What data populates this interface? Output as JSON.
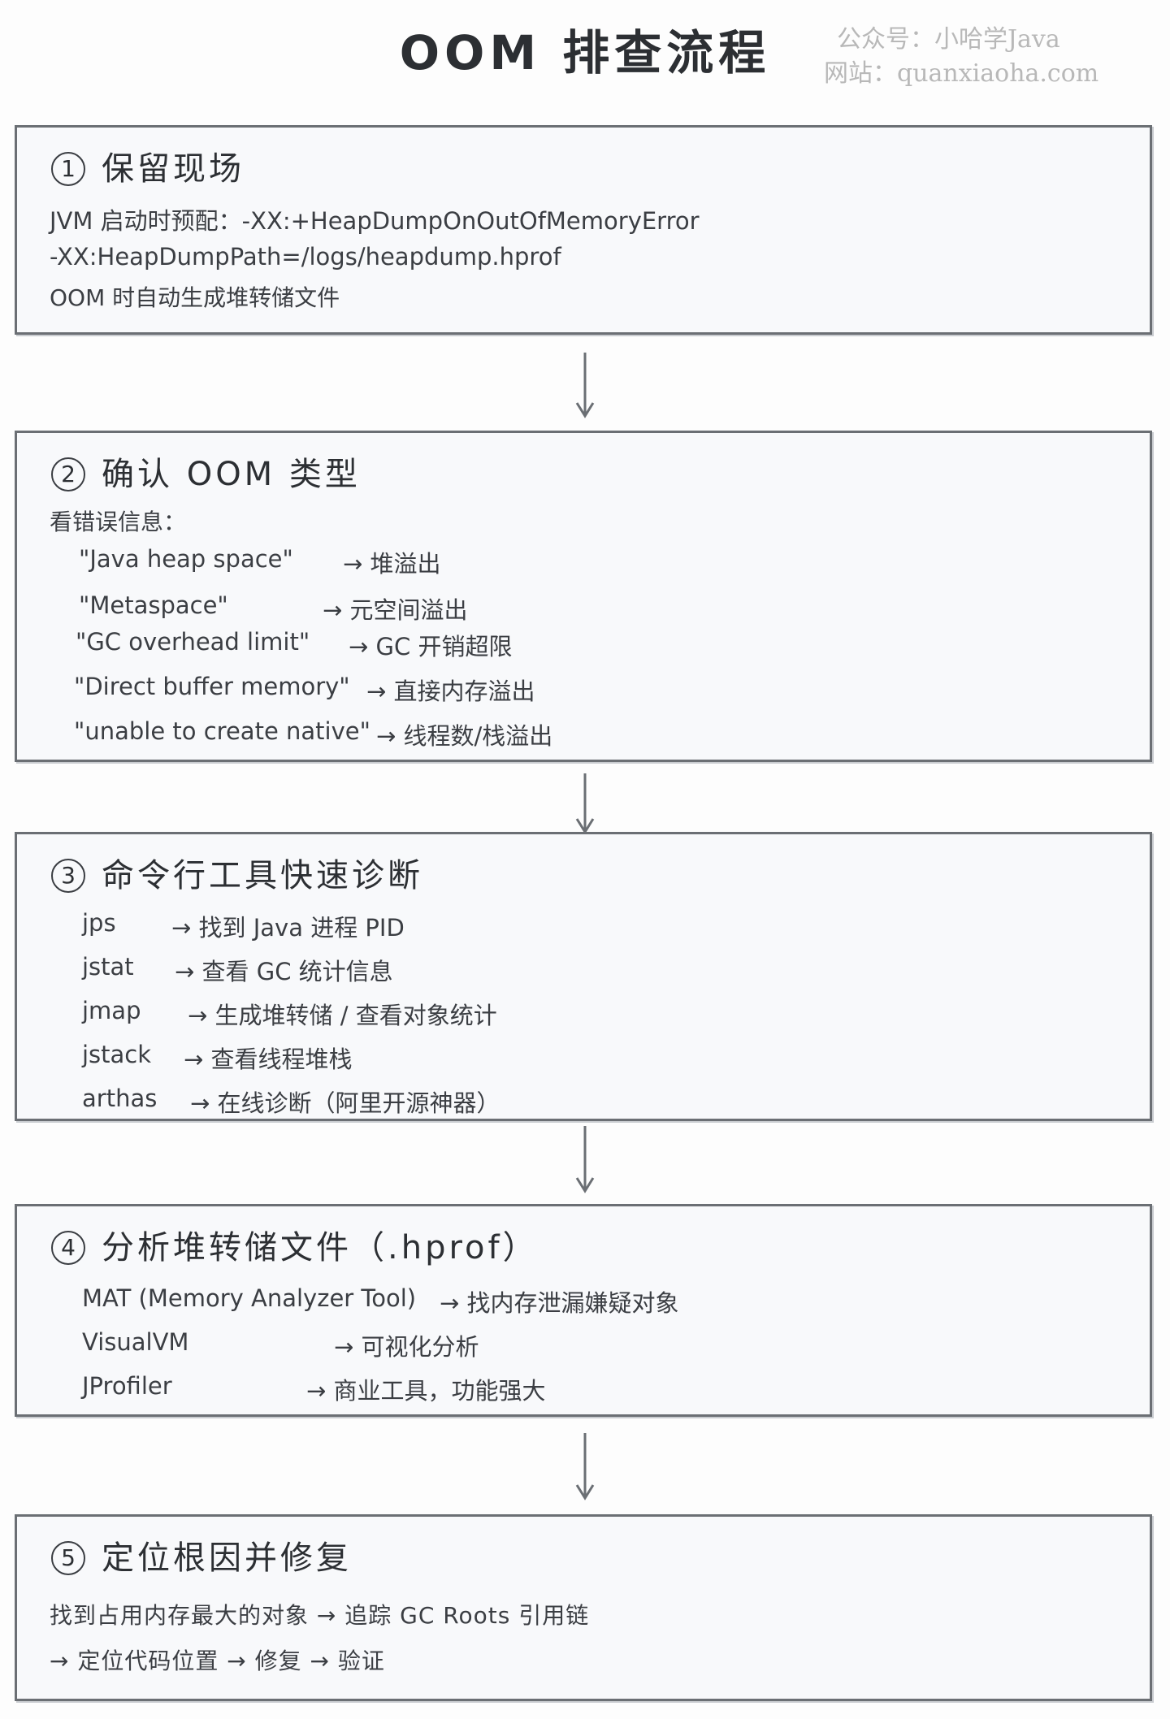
{
  "header": {
    "title": "OOM 排查流程",
    "watermark_line1": "公众号：小哈学Java",
    "watermark_line2": "网站：quanxiaoha.com"
  },
  "steps": [
    {
      "number": "1",
      "title": "保留现场",
      "lines": [
        "JVM 启动时预配：-XX:+HeapDumpOnOutOfMemoryError",
        "-XX:HeapDumpPath=/logs/heapdump.hprof",
        "OOM 时自动生成堆转储文件"
      ]
    },
    {
      "number": "2",
      "title": "确认 OOM 类型",
      "intro": "看错误信息：",
      "items": [
        {
          "key": "\"Java heap space\"",
          "desc": "→ 堆溢出"
        },
        {
          "key": "\"Metaspace\"",
          "desc": "→ 元空间溢出"
        },
        {
          "key": "\"GC overhead limit\"",
          "desc": "→ GC 开销超限"
        },
        {
          "key": "\"Direct buffer memory\"",
          "desc": "→ 直接内存溢出"
        },
        {
          "key": "\"unable to create native\"",
          "desc": "→ 线程数/栈溢出"
        }
      ]
    },
    {
      "number": "3",
      "title": "命令行工具快速诊断",
      "items": [
        {
          "key": "jps",
          "desc": "→ 找到 Java 进程 PID"
        },
        {
          "key": "jstat",
          "desc": "→ 查看 GC 统计信息"
        },
        {
          "key": "jmap",
          "desc": "→ 生成堆转储 / 查看对象统计"
        },
        {
          "key": "jstack",
          "desc": "→ 查看线程堆栈"
        },
        {
          "key": "arthas",
          "desc": "→ 在线诊断（阿里开源神器）"
        }
      ]
    },
    {
      "number": "4",
      "title": "分析堆转储文件（.hprof）",
      "items": [
        {
          "key": "MAT (Memory Analyzer Tool)",
          "desc": "→ 找内存泄漏嫌疑对象"
        },
        {
          "key": "VisualVM",
          "desc": "→ 可视化分析"
        },
        {
          "key": "JProfiler",
          "desc": "→ 商业工具，功能强大"
        }
      ]
    },
    {
      "number": "5",
      "title": "定位根因并修复",
      "lines": [
        "找到占用内存最大的对象 → 追踪 GC Roots 引用链",
        "→ 定位代码位置 → 修复 → 验证"
      ]
    }
  ]
}
